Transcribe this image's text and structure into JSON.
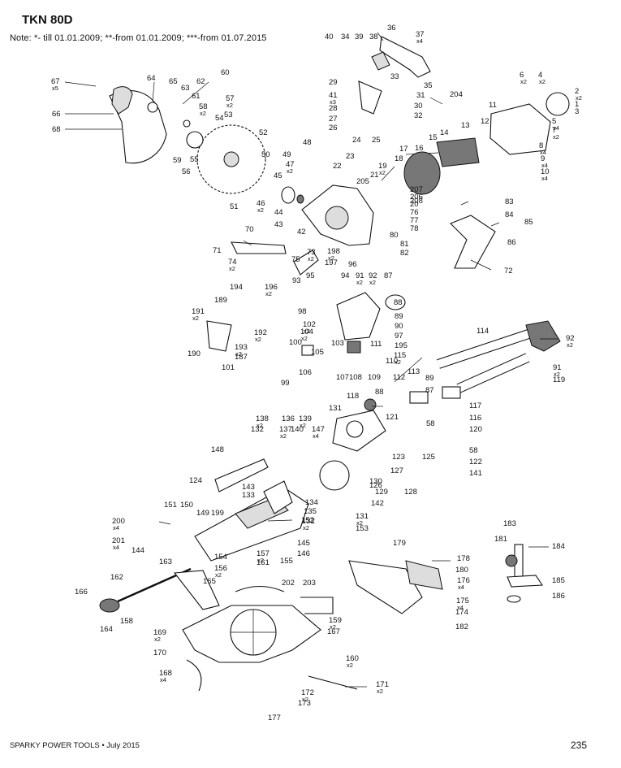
{
  "header": {
    "model": "TKN 80D",
    "note": "Note: *- till 01.01.2009; **-from 01.01.2009; ***-from 01.07.2015"
  },
  "footer": {
    "brand_date": "SPARKY POWER TOOLS • July 2015",
    "page_number": "235"
  },
  "callouts": [
    {
      "n": "67",
      "q": "x5"
    },
    {
      "n": "64"
    },
    {
      "n": "65"
    },
    {
      "n": "63"
    },
    {
      "n": "62"
    },
    {
      "n": "60"
    },
    {
      "n": "61"
    },
    {
      "n": "57",
      "q": "x2"
    },
    {
      "n": "58",
      "q": "x2"
    },
    {
      "n": "53"
    },
    {
      "n": "54"
    },
    {
      "n": "66"
    },
    {
      "n": "68"
    },
    {
      "n": "59"
    },
    {
      "n": "55"
    },
    {
      "n": "56"
    },
    {
      "n": "52"
    },
    {
      "n": "50"
    },
    {
      "n": "49"
    },
    {
      "n": "48"
    },
    {
      "n": "47",
      "q": "x2"
    },
    {
      "n": "45"
    },
    {
      "n": "46",
      "q": "x2"
    },
    {
      "n": "51"
    },
    {
      "n": "44"
    },
    {
      "n": "43"
    },
    {
      "n": "42"
    },
    {
      "n": "40"
    },
    {
      "n": "34"
    },
    {
      "n": "39"
    },
    {
      "n": "38"
    },
    {
      "n": "36"
    },
    {
      "n": "37",
      "q": "x4"
    },
    {
      "n": "33"
    },
    {
      "n": "35"
    },
    {
      "n": "31"
    },
    {
      "n": "30"
    },
    {
      "n": "32"
    },
    {
      "n": "29"
    },
    {
      "n": "41",
      "q": "x3"
    },
    {
      "n": "28"
    },
    {
      "n": "27"
    },
    {
      "n": "26"
    },
    {
      "n": "24"
    },
    {
      "n": "25"
    },
    {
      "n": "23"
    },
    {
      "n": "22"
    },
    {
      "n": "19",
      "q": "x2"
    },
    {
      "n": "18"
    },
    {
      "n": "21"
    },
    {
      "n": "17"
    },
    {
      "n": "16"
    },
    {
      "n": "15"
    },
    {
      "n": "14"
    },
    {
      "n": "13"
    },
    {
      "n": "12"
    },
    {
      "n": "11"
    },
    {
      "n": "204"
    },
    {
      "n": "205"
    },
    {
      "n": "207"
    },
    {
      "n": "206"
    },
    {
      "n": "208"
    },
    {
      "n": "20"
    },
    {
      "n": "76"
    },
    {
      "n": "77"
    },
    {
      "n": "78"
    },
    {
      "n": "80"
    },
    {
      "n": "81"
    },
    {
      "n": "82"
    },
    {
      "n": "6",
      "q": "x2"
    },
    {
      "n": "4",
      "q": "x2"
    },
    {
      "n": "2",
      "q": "x2"
    },
    {
      "n": "1"
    },
    {
      "n": "3"
    },
    {
      "n": "5",
      "q": "x4"
    },
    {
      "n": "7",
      "q": "x2"
    },
    {
      "n": "8",
      "q": "x4"
    },
    {
      "n": "9",
      "q": "x4"
    },
    {
      "n": "10",
      "q": "x4"
    },
    {
      "n": "83"
    },
    {
      "n": "84"
    },
    {
      "n": "85"
    },
    {
      "n": "86"
    },
    {
      "n": "72"
    },
    {
      "n": "70"
    },
    {
      "n": "71"
    },
    {
      "n": "74",
      "q": "x2"
    },
    {
      "n": "75"
    },
    {
      "n": "73",
      "q": "x2"
    },
    {
      "n": "196",
      "q": "x2"
    },
    {
      "n": "198",
      "q": "x2"
    },
    {
      "n": "197"
    },
    {
      "n": "96"
    },
    {
      "n": "93"
    },
    {
      "n": "95"
    },
    {
      "n": "94"
    },
    {
      "n": "91",
      "q": "x2"
    },
    {
      "n": "92",
      "q": "x2"
    },
    {
      "n": "87"
    },
    {
      "n": "88"
    },
    {
      "n": "89"
    },
    {
      "n": "90"
    },
    {
      "n": "97"
    },
    {
      "n": "98"
    },
    {
      "n": "195"
    },
    {
      "n": "194"
    },
    {
      "n": "189"
    },
    {
      "n": "191",
      "q": "x2"
    },
    {
      "n": "192",
      "q": "x2"
    },
    {
      "n": "193",
      "q": "x2"
    },
    {
      "n": "187"
    },
    {
      "n": "190"
    },
    {
      "n": "101"
    },
    {
      "n": "102",
      "q": "x2"
    },
    {
      "n": "104",
      "q": "x2"
    },
    {
      "n": "100"
    },
    {
      "n": "103"
    },
    {
      "n": "105"
    },
    {
      "n": "106"
    },
    {
      "n": "99"
    },
    {
      "n": "107"
    },
    {
      "n": "108"
    },
    {
      "n": "109"
    },
    {
      "n": "111"
    },
    {
      "n": "110"
    },
    {
      "n": "112"
    },
    {
      "n": "113"
    },
    {
      "n": "115",
      "q": "x2"
    },
    {
      "n": "114"
    },
    {
      "n": "92",
      "q": "x2"
    },
    {
      "n": "91",
      "q": "x2"
    },
    {
      "n": "119"
    },
    {
      "n": "118"
    },
    {
      "n": "89"
    },
    {
      "n": "87"
    },
    {
      "n": "88"
    },
    {
      "n": "58"
    },
    {
      "n": "116"
    },
    {
      "n": "117"
    },
    {
      "n": "120"
    },
    {
      "n": "131"
    },
    {
      "n": "121"
    },
    {
      "n": "58"
    },
    {
      "n": "122"
    },
    {
      "n": "141"
    },
    {
      "n": "138",
      "q": "x2"
    },
    {
      "n": "136"
    },
    {
      "n": "139",
      "q": "x2"
    },
    {
      "n": "137",
      "q": "x2"
    },
    {
      "n": "140"
    },
    {
      "n": "132"
    },
    {
      "n": "147",
      "q": "x4"
    },
    {
      "n": "148"
    },
    {
      "n": "124"
    },
    {
      "n": "123"
    },
    {
      "n": "125"
    },
    {
      "n": "127"
    },
    {
      "n": "126"
    },
    {
      "n": "128"
    },
    {
      "n": "129"
    },
    {
      "n": "130"
    },
    {
      "n": "142"
    },
    {
      "n": "143"
    },
    {
      "n": "133"
    },
    {
      "n": "134"
    },
    {
      "n": "135"
    },
    {
      "n": "132",
      "q": "x2"
    },
    {
      "n": "131",
      "q": "x2"
    },
    {
      "n": "153"
    },
    {
      "n": "152"
    },
    {
      "n": "151"
    },
    {
      "n": "150"
    },
    {
      "n": "149"
    },
    {
      "n": "199"
    },
    {
      "n": "200",
      "q": "x4"
    },
    {
      "n": "201",
      "q": "x4"
    },
    {
      "n": "144"
    },
    {
      "n": "145"
    },
    {
      "n": "146"
    },
    {
      "n": "155"
    },
    {
      "n": "154"
    },
    {
      "n": "157",
      "q": "x2"
    },
    {
      "n": "156",
      "q": "x2"
    },
    {
      "n": "161"
    },
    {
      "n": "163"
    },
    {
      "n": "162"
    },
    {
      "n": "165"
    },
    {
      "n": "166"
    },
    {
      "n": "164"
    },
    {
      "n": "158"
    },
    {
      "n": "202"
    },
    {
      "n": "203"
    },
    {
      "n": "159",
      "q": "x2"
    },
    {
      "n": "167"
    },
    {
      "n": "169",
      "q": "x2"
    },
    {
      "n": "170"
    },
    {
      "n": "168",
      "q": "x4"
    },
    {
      "n": "160",
      "q": "x2"
    },
    {
      "n": "171",
      "q": "x2"
    },
    {
      "n": "172",
      "q": "x2"
    },
    {
      "n": "173"
    },
    {
      "n": "177"
    },
    {
      "n": "179"
    },
    {
      "n": "178"
    },
    {
      "n": "180"
    },
    {
      "n": "176",
      "q": "x4"
    },
    {
      "n": "175",
      "q": "x4"
    },
    {
      "n": "174"
    },
    {
      "n": "182"
    },
    {
      "n": "183"
    },
    {
      "n": "181"
    },
    {
      "n": "184"
    },
    {
      "n": "185"
    },
    {
      "n": "186"
    }
  ]
}
